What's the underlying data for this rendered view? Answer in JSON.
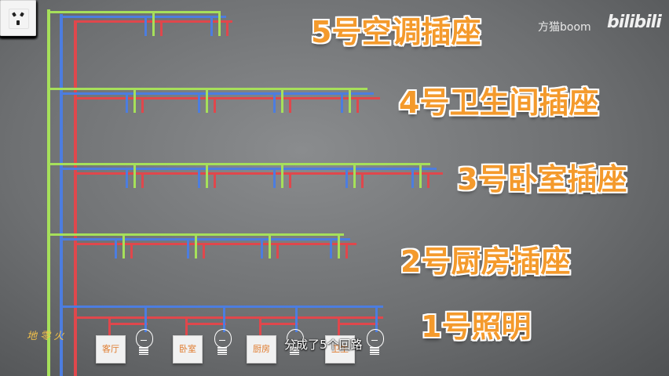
{
  "circuits": [
    {
      "label": "5号空调插座",
      "outlets": 2
    },
    {
      "label": "4号卫生间插座",
      "outlets": 4
    },
    {
      "label": "3号卧室插座",
      "outlets": 5
    },
    {
      "label": "2号厨房插座",
      "outlets": 4
    },
    {
      "label": "1号照明",
      "outlets": 0
    }
  ],
  "lighting_switches": [
    "客厅",
    "卧室",
    "厨房",
    "卫生"
  ],
  "legend": "地 零 火",
  "subtitle": "分成了5个回路",
  "watermark": {
    "uploader": "方猫boom",
    "platform": "bilibili"
  },
  "wire_colors": {
    "earth": "#a6e05a",
    "neutral": "#4c7de0",
    "live": "#e0474c"
  }
}
